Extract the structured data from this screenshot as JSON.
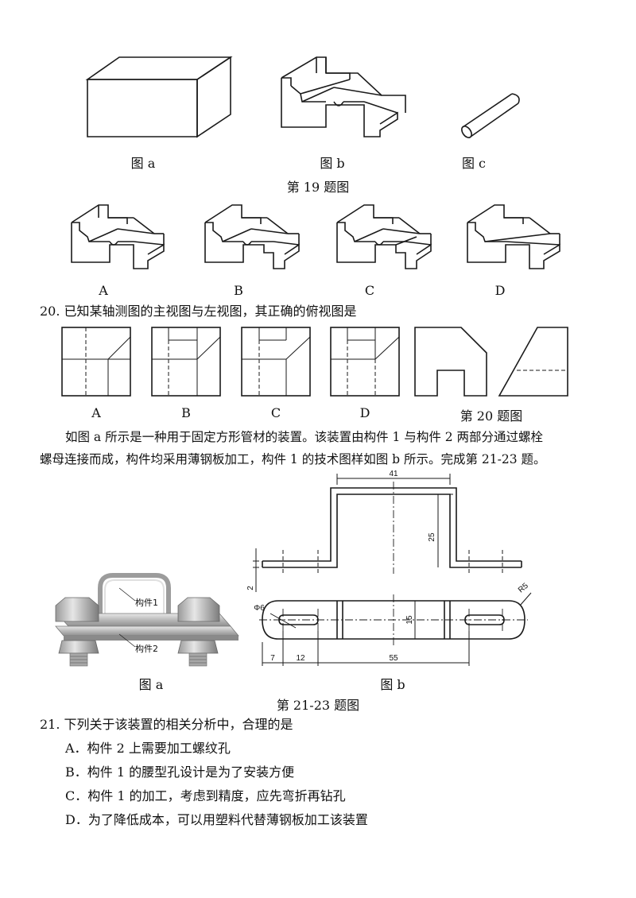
{
  "q19": {
    "fig_a_label": "图 a",
    "fig_b_label": "图 b",
    "fig_c_label": "图 c",
    "figure_caption": "第 19 题图",
    "options": [
      "A",
      "B",
      "C",
      "D"
    ]
  },
  "q20": {
    "question": "20. 已知某轴测图的主视图与左视图，其正确的俯视图是",
    "options": [
      "A",
      "B",
      "C",
      "D"
    ],
    "figure_caption": "第 20 题图"
  },
  "intro": {
    "line1": "如图 a 所示是一种用于固定方形管材的装置。该装置由构件 1 与构件 2 两部分通过螺栓",
    "line2": "螺母连接而成，构件均采用薄钢板加工，构件 1 的技术图样如图 b 所示。完成第 21-23 题。"
  },
  "fig21": {
    "part1_label": "构件1",
    "part2_label": "构件2",
    "fig_a_label": "图 a",
    "fig_b_label": "图 b",
    "figure_caption": "第 21-23 题图",
    "dims": {
      "width_top": "41",
      "height": "25",
      "thickness": "2",
      "radius": "R5",
      "hole_dia": "Φ6",
      "inner_width": "15",
      "left_offset": "7",
      "slot_len": "12",
      "overall": "55"
    }
  },
  "q21": {
    "question": "21. 下列关于该装置的相关分析中，合理的是",
    "A": "A．构件 2 上需要加工螺纹孔",
    "B": "B．构件 1 的腰型孔设计是为了安装方便",
    "C": "C．构件 1 的加工，考虑到精度，应先弯折再钻孔",
    "D": "D．为了降低成本，可以用塑料代替薄钢板加工该装置"
  }
}
